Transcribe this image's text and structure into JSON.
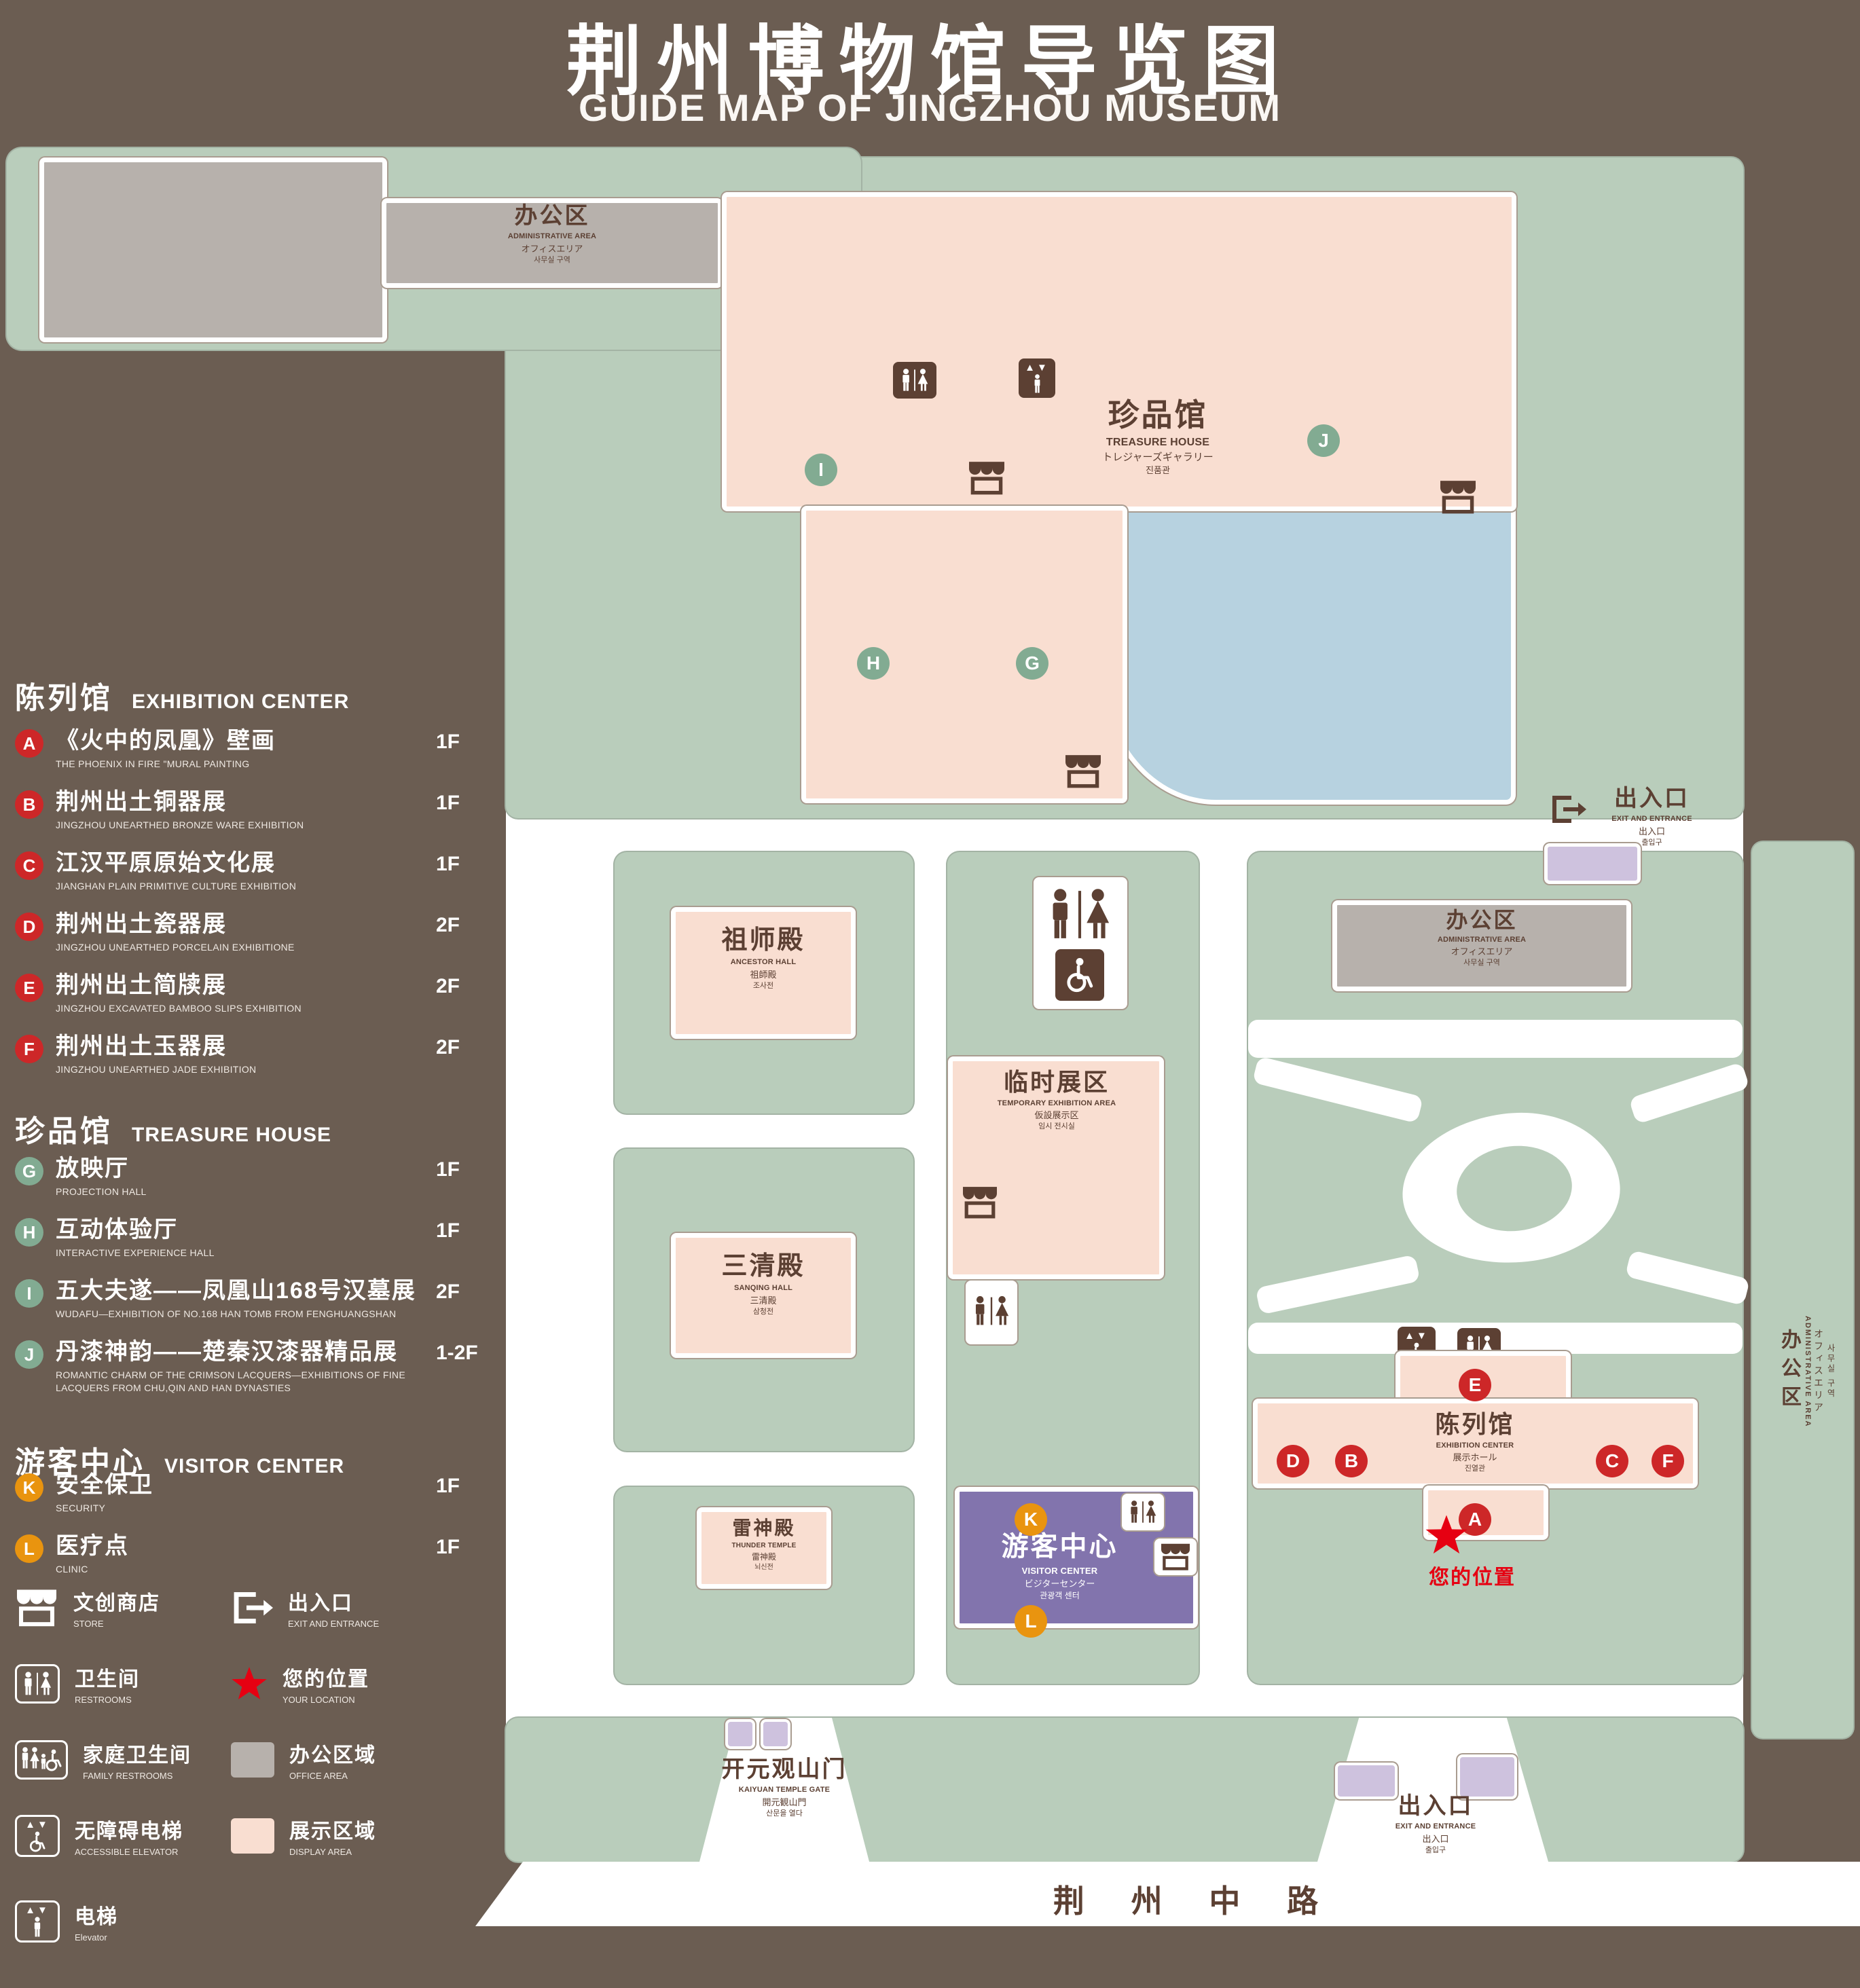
{
  "title": {
    "zh": "荆州博物馆导览图",
    "en": "GUIDE MAP OF JINGZHOU MUSEUM"
  },
  "colors": {
    "background": "#6b5d52",
    "grounds": "#b9cdbb",
    "display_area": "#f9ded1",
    "office_area": "#b7b1ac",
    "pond": "#b7d2e0",
    "visitor_center": "#8274ad",
    "gate_building": "#cec2de",
    "marker_red": "#cd2728",
    "marker_green": "#82ab92",
    "marker_orange": "#e9940f",
    "location_red": "#e60012",
    "map_ink": "#5c4033"
  },
  "legend": {
    "sections": [
      {
        "title_zh": "陈列馆",
        "title_en": "EXHIBITION CENTER",
        "items": [
          {
            "letter": "A",
            "zh": "《火中的凤凰》壁画",
            "en": "THE PHOENIX IN FIRE \"MURAL PAINTING",
            "floor": "1F"
          },
          {
            "letter": "B",
            "zh": "荆州出土铜器展",
            "en": "JINGZHOU UNEARTHED BRONZE WARE EXHIBITION",
            "floor": "1F"
          },
          {
            "letter": "C",
            "zh": "江汉平原原始文化展",
            "en": "JIANGHAN PLAIN PRIMITIVE CULTURE EXHIBITION",
            "floor": "1F"
          },
          {
            "letter": "D",
            "zh": "荆州出土瓷器展",
            "en": "JINGZHOU UNEARTHED PORCELAIN EXHIBITIONE",
            "floor": "2F"
          },
          {
            "letter": "E",
            "zh": "荆州出土简牍展",
            "en": "JINGZHOU EXCAVATED BAMBOO SLIPS EXHIBITION",
            "floor": "2F"
          },
          {
            "letter": "F",
            "zh": "荆州出土玉器展",
            "en": "JINGZHOU UNEARTHED JADE EXHIBITION",
            "floor": "2F"
          }
        ]
      },
      {
        "title_zh": "珍品馆",
        "title_en": "TREASURE HOUSE",
        "items": [
          {
            "letter": "G",
            "zh": "放映厅",
            "en": "PROJECTION HALL",
            "floor": "1F"
          },
          {
            "letter": "H",
            "zh": "互动体验厅",
            "en": "INTERACTIVE EXPERIENCE HALL",
            "floor": "1F"
          },
          {
            "letter": "I",
            "zh": "五大夫遂——凤凰山168号汉墓展",
            "en": "WUDAFU—EXHIBITION OF NO.168 HAN TOMB FROM FENGHUANGSHAN",
            "floor": "2F"
          },
          {
            "letter": "J",
            "zh": "丹漆神韵——楚秦汉漆器精品展",
            "en": "ROMANTIC CHARM OF THE CRIMSON LACQUERS—EXHIBITIONS OF FINE LACQUERS FROM CHU,QIN AND HAN DYNASTIES",
            "floor": "1-2F"
          }
        ]
      },
      {
        "title_zh": "游客中心",
        "title_en": "VISITOR CENTER",
        "items": [
          {
            "letter": "K",
            "zh": "安全保卫",
            "en": "SECURITY",
            "floor": "1F"
          },
          {
            "letter": "L",
            "zh": "医疗点",
            "en": "CLINIC",
            "floor": "1F"
          }
        ]
      }
    ],
    "symbols": [
      {
        "zh": "文创商店",
        "en": "STORE"
      },
      {
        "zh": "出入口",
        "en": "EXIT AND ENTRANCE"
      },
      {
        "zh": "卫生间",
        "en": "RESTROOMS"
      },
      {
        "zh": "您的位置",
        "en": "YOUR LOCATION"
      },
      {
        "zh": "家庭卫生间",
        "en": "FAMILY RESTROOMS"
      },
      {
        "zh": "办公区域",
        "en": "OFFICE AREA"
      },
      {
        "zh": "无障碍电梯",
        "en": "ACCESSIBLE ELEVATOR"
      },
      {
        "zh": "展示区域",
        "en": "DISPLAY AREA"
      },
      {
        "zh": "电梯",
        "en": "Elevator"
      }
    ]
  },
  "map": {
    "admin_top": {
      "zh": "办公区",
      "en": "ADMINISTRATIVE AREA",
      "ja": "オフィスエリア",
      "ko": "사무실 구역"
    },
    "treasure": {
      "zh": "珍品馆",
      "en": "TREASURE HOUSE",
      "ja": "トレジャーズギャラリー",
      "ko": "진품관"
    },
    "exit_top": {
      "zh": "出入口",
      "en": "EXIT AND ENTRANCE",
      "ja": "出入口",
      "ko": "출입구"
    },
    "admin_right": {
      "zh": "办公区",
      "en": "ADMINISTRATIVE AREA",
      "ja": "オフィスエリア",
      "ko": "사무실 구역"
    },
    "admin_strip": {
      "zh": "办公区",
      "en": "ADMINISTRATIVE AREA",
      "ja": "オフィスエリア",
      "ko": "사무실 구역"
    },
    "ancestor": {
      "zh": "祖师殿",
      "en": "ANCESTOR HALL",
      "ja": "祖師殿",
      "ko": "조사전"
    },
    "temporary": {
      "zh": "临时展区",
      "en": "TEMPORARY EXHIBITION AREA",
      "ja": "仮設展示区",
      "ko": "임시 전시실"
    },
    "sanqing": {
      "zh": "三清殿",
      "en": "SANQING HALL",
      "ja": "三清殿",
      "ko": "삼청전"
    },
    "thunder": {
      "zh": "雷神殿",
      "en": "THUNDER TEMPLE",
      "ja": "雷神殿",
      "ko": "뇌신전"
    },
    "visitor": {
      "zh": "游客中心",
      "en": "VISITOR CENTER",
      "ja": "ビジターセンター",
      "ko": "관광객 센터"
    },
    "exhibition": {
      "zh": "陈列馆",
      "en": "EXHIBITION CENTER",
      "ja": "展示ホール",
      "ko": "진열관"
    },
    "kaiyuan": {
      "zh": "开元观山门",
      "en": "KAIYUAN TEMPLE GATE",
      "ja": "開元観山門",
      "ko": "산문을 열다"
    },
    "exit_bottom": {
      "zh": "出入口",
      "en": "EXIT AND ENTRANCE",
      "ja": "出入口",
      "ko": "출입구"
    },
    "location": "您的位置",
    "road": "荆 州 中 路"
  }
}
